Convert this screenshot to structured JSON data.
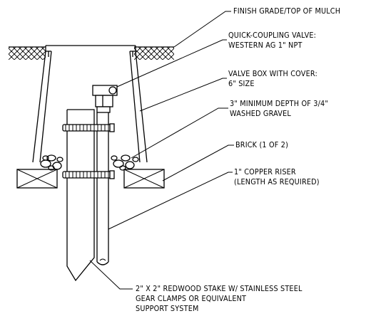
{
  "labels": {
    "finish_grade": "FINISH GRADE/TOP OF MULCH",
    "valve_line1": "QUICK-COUPLING VALVE:",
    "valve_line2": "WESTERN AG 1\" NPT",
    "box_line1": "VALVE BOX WITH COVER:",
    "box_line2": "6\" SIZE",
    "gravel_line1": "3\" MINIMUM DEPTH OF 3/4\"",
    "gravel_line2": "WASHED GRAVEL",
    "brick": "BRICK (1 OF 2)",
    "riser_line1": "1\" COPPER RISER",
    "riser_line2": "(LENGTH AS REQUIRED)",
    "stake_line1": "2\" X 2\" REDWOOD STAKE W/ STAINLESS STEEL",
    "stake_line2": "GEAR CLAMPS OR EQUIVALENT",
    "stake_line3": "SUPPORT SYSTEM"
  }
}
